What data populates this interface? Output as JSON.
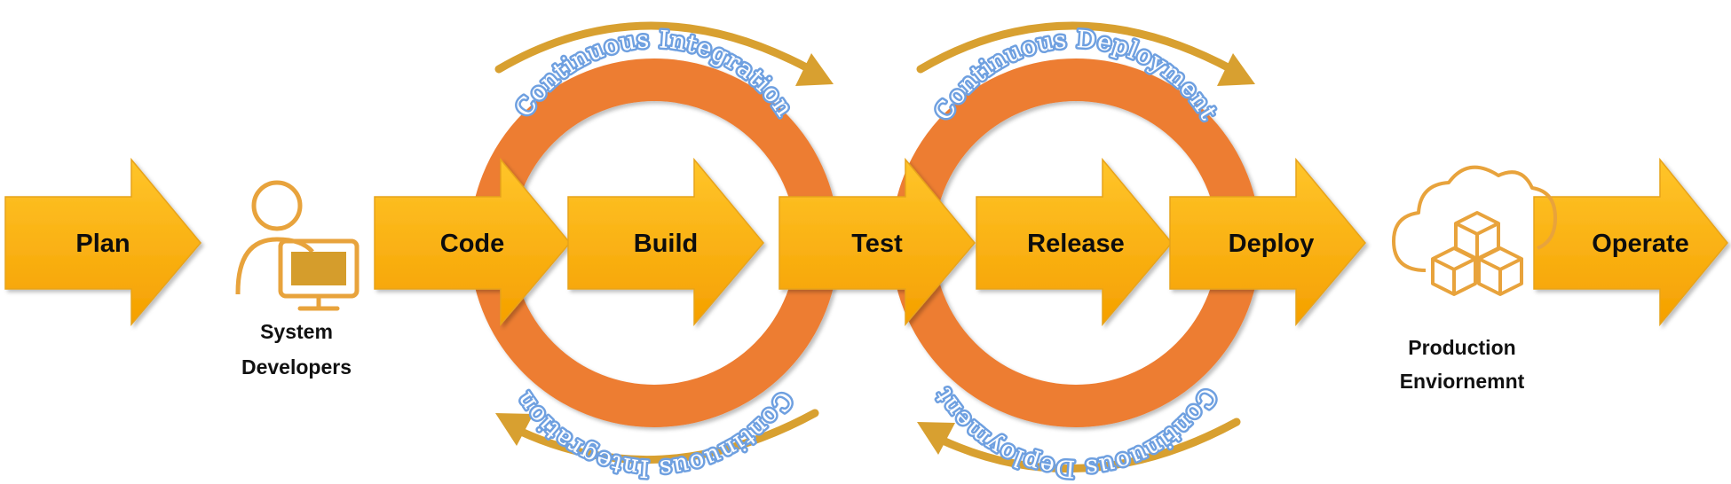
{
  "steps": {
    "plan": "Plan",
    "code": "Code",
    "build": "Build",
    "test": "Test",
    "release": "Release",
    "deploy": "Deploy",
    "operate": "Operate"
  },
  "actors": {
    "developers": {
      "line1": "System",
      "line2": "Developers",
      "icon": "developer-computer-icon"
    },
    "production": {
      "line1": "Production",
      "line2": "Enviornemnt",
      "icon": "cloud-cubes-icon"
    }
  },
  "loops": {
    "integration": {
      "top_label": "Continuous Integration",
      "bottom_label": "Continuous Integration"
    },
    "deployment": {
      "top_label": "Continuous Deployment",
      "bottom_label": "Continuous Deployment"
    }
  },
  "colors": {
    "arrow_light": "#ffc52a",
    "arrow_dark": "#f5a000",
    "ring": "#ed7d31",
    "curved_arrow": "#d8a030",
    "icon": "#e8a33c",
    "monitor_fill": "#d59d2c",
    "label_glow": "#6fa0e0"
  }
}
